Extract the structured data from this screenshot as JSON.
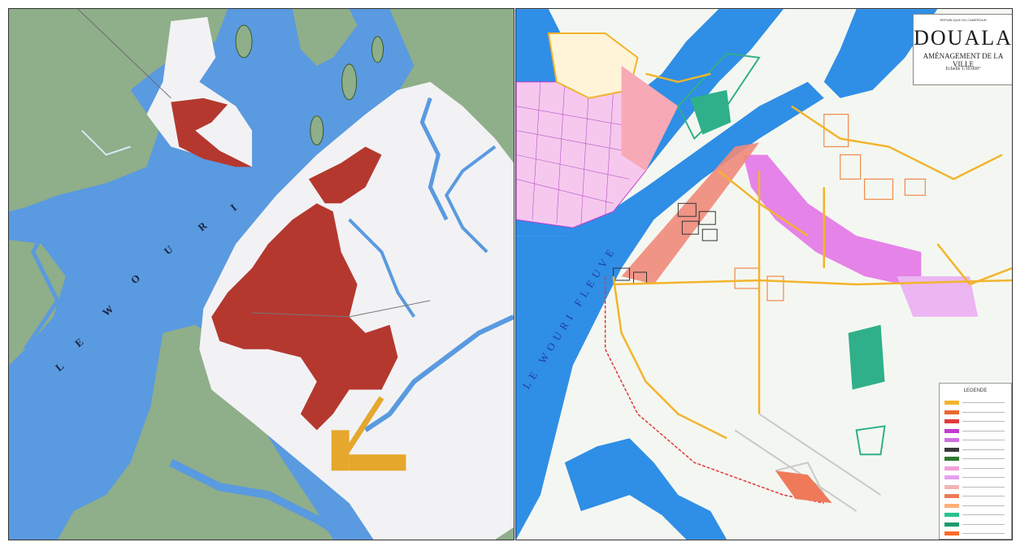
{
  "left_map": {
    "river_label": "LE WOURI",
    "river_letters": [
      "L",
      "E",
      "W",
      "O",
      "U",
      "R",
      "I"
    ],
    "colors": {
      "water": "#5a9ae0",
      "mangrove": "#8fae8a",
      "land": "#f2f2f4",
      "urban": "#b5382f",
      "airport": "#e5a72c"
    }
  },
  "right_map": {
    "title_top": "REPUBLIQUE DU CAMEROUN",
    "title": "DOUALA",
    "subtitle": "AMÉNAGEMENT DE LA VILLE",
    "scale": "Echelle 1/10.000°",
    "river_label": "LE WOURI FLEUVE",
    "legend_title": "LEGENDE",
    "legend_colors": [
      "#f2b42c",
      "#e96a2e",
      "#e03a3a",
      "#c23ad0",
      "#d070e0",
      "#3a3a3a",
      "#2f7a2f",
      "#f3a0d8",
      "#e6a0f0",
      "#f4b3b3",
      "#ef7a5a",
      "#ffb07a",
      "#28c48e",
      "#1a9a6a",
      "#ff6a2a"
    ],
    "colors": {
      "water": "#2f8ee6",
      "land": "#f4f7f1",
      "roads": "#f2b42c",
      "industrial": "#d26cd8",
      "housing": "#f08a4a",
      "green": "#2fb08a"
    }
  }
}
